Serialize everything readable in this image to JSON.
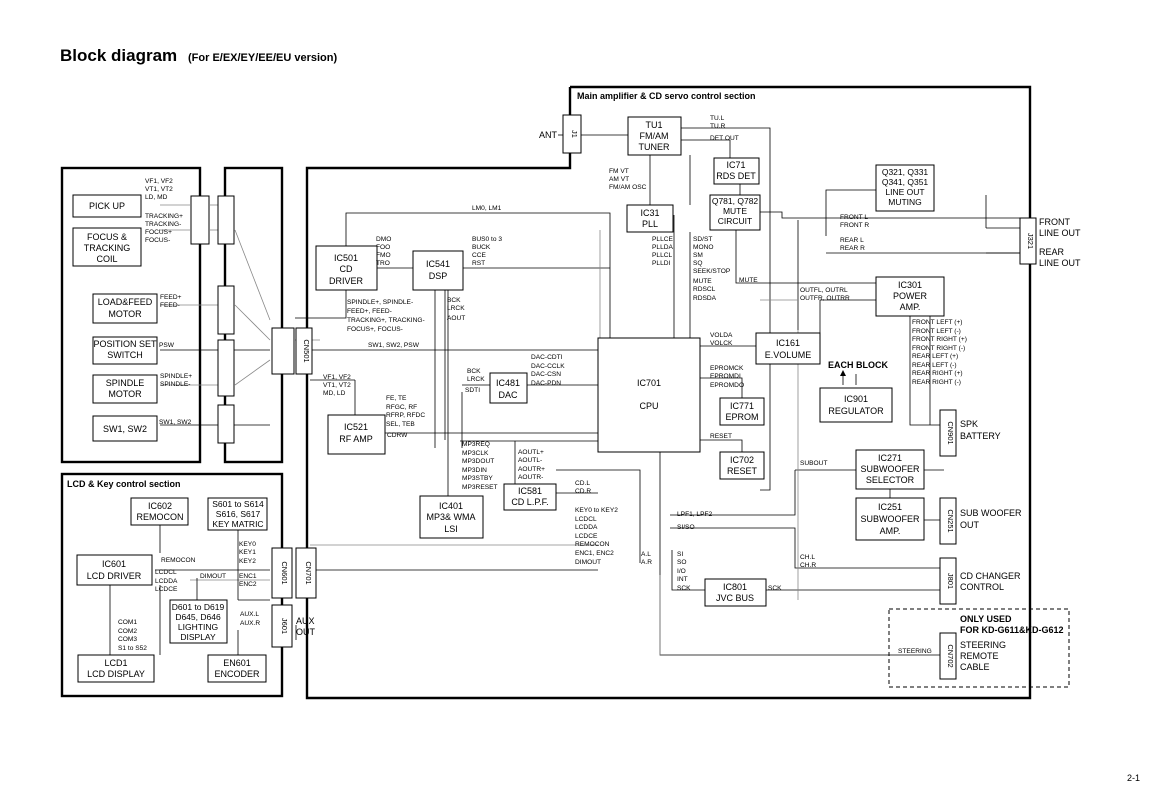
{
  "title": {
    "main": "Block diagram",
    "sub": "(For E/EX/EY/EE/EU version)"
  },
  "sections": {
    "main": "Main amplifier & CD servo control section",
    "lcd": "LCD & Key control section",
    "each_block": "EACH BLOCK",
    "only_used": [
      "ONLY USED",
      "FOR KD-G611&KD-G612"
    ]
  },
  "blocks": {
    "tu1": [
      "TU1",
      "FM/AM",
      "TUNER"
    ],
    "ic71": [
      "IC71",
      "RDS DET"
    ],
    "q781": [
      "Q781, Q782",
      "MUTE",
      "CIRCUIT"
    ],
    "q321": [
      "Q321, Q331",
      "Q341, Q351",
      "LINE OUT",
      "MUTING"
    ],
    "ic31": [
      "IC31",
      "PLL"
    ],
    "ic501": [
      "IC501",
      "CD",
      "DRIVER"
    ],
    "ic541": [
      "IC541",
      "DSP"
    ],
    "ic301": [
      "IC301",
      "POWER",
      "AMP."
    ],
    "ic161": [
      "IC161",
      "E.VOLUME"
    ],
    "ic701": [
      "IC701",
      "CPU"
    ],
    "ic481": [
      "IC481",
      "DAC"
    ],
    "ic771": [
      "IC771",
      "EPROM"
    ],
    "ic901": [
      "IC901",
      "REGULATOR"
    ],
    "ic521": [
      "IC521",
      "RF AMP"
    ],
    "ic702": [
      "IC702",
      "RESET"
    ],
    "ic271": [
      "IC271",
      "SUBWOOFER",
      "SELECTOR"
    ],
    "ic581": [
      "IC581",
      "CD L.P.F."
    ],
    "ic401": [
      "IC401",
      "MP3& WMA",
      "LSI"
    ],
    "ic251": [
      "IC251",
      "SUBWOOFER",
      "AMP."
    ],
    "ic801": [
      "IC801",
      "JVC BUS"
    ],
    "pickup": [
      "PICK UP"
    ],
    "focus": [
      "FOCUS &",
      "TRACKING",
      "COIL"
    ],
    "loadfeed": [
      "LOAD&FEED",
      "MOTOR"
    ],
    "posset": [
      "POSITION SET",
      "SWITCH"
    ],
    "spindle": [
      "SPINDLE",
      "MOTOR"
    ],
    "sw12": [
      "SW1, SW2"
    ],
    "ic602": [
      "IC602",
      "REMOCON"
    ],
    "s601": [
      "S601 to S614",
      "S616, S617",
      "KEY MATRIC"
    ],
    "ic601": [
      "IC601",
      "LCD DRIVER"
    ],
    "d601": [
      "D601 to D619",
      "D645, D646",
      "LIGHTING",
      "DISPLAY"
    ],
    "lcd1": [
      "LCD1",
      "LCD DISPLAY"
    ],
    "en601": [
      "EN601",
      "ENCODER"
    ]
  },
  "connectors": {
    "j1": "J1",
    "j321": "J321",
    "cn501": "CN501",
    "cn901": "CN901",
    "cn251": "CN251",
    "j801": "J801",
    "cn702": "CN702",
    "cn601": "CN601",
    "cn701": "CN701",
    "j601": "J601"
  },
  "ports": {
    "ant": "ANT",
    "front_line_out": [
      "FRONT",
      "LINE OUT"
    ],
    "rear_line_out": [
      "REAR",
      "LINE OUT"
    ],
    "spk_battery": [
      "SPK",
      "BATTERY"
    ],
    "sub_woofer_out": [
      "SUB WOOFER",
      "OUT"
    ],
    "cd_changer": [
      "CD CHANGER",
      "CONTROL"
    ],
    "steering_cable": [
      "STEERING",
      "REMOTE",
      "CABLE"
    ],
    "aux_out": [
      "AUX",
      "OUT"
    ]
  },
  "signals": {
    "tu_lr": [
      "TU.L",
      "TU.R"
    ],
    "det_out": "DET OUT",
    "fm_vt": [
      "FM VT",
      "AM VT",
      "FM/AM OSC"
    ],
    "lm0": "LM0, LM1",
    "front_lr": [
      "FRONT L",
      "FRONT R"
    ],
    "rear_lr": [
      "REAR L",
      "REAR R"
    ],
    "pickup_sig": [
      "VF1, VF2",
      "VT1, VT2",
      "LD, MD"
    ],
    "track_sig": [
      "TRACKING+",
      "TRACKING-",
      "FOCUS+",
      "FOCUS-"
    ],
    "dmo": [
      "DMO",
      "FOO",
      "FMO",
      "TRO"
    ],
    "bus0": [
      "BUS0 to 3",
      "BUCK",
      "CCE",
      "RST"
    ],
    "pll_sig": [
      "PLLCE",
      "PLLDA",
      "PLLCL",
      "PLLDI"
    ],
    "sd_sig": [
      "SD/ST",
      "MONO",
      "SM",
      "SQ",
      "SEEK/STOP",
      "MUTE",
      "RDSCL",
      "RDSDA"
    ],
    "mute": "MUTE",
    "outfl": [
      "OUTFL, OUTRL",
      "OUTFR, OUTRR"
    ],
    "feed": [
      "FEED+",
      "FEED-"
    ],
    "spindle_feed": [
      "SPINDLE+, SPINDLE-",
      "FEED+, FEED-",
      "TRACKING+, TRACKING-",
      "FOCUS+, FOCUS-"
    ],
    "bck_ic541": [
      "BCK",
      "LRCK",
      "AOUT"
    ],
    "psw": "PSW",
    "sw_psw": "SW1, SW2, PSW",
    "volda": [
      "VOLDA",
      "VOLCK"
    ],
    "spk_sig": [
      "FRONT LEFT (+)",
      "FRONT LEFT (-)",
      "FRONT RIGHT (+)",
      "FRONT RIGHT (-)",
      "REAR LEFT (+)",
      "REAR LEFT (-)",
      "REAR RIGHT (+)",
      "REAR RIGHT (-)"
    ],
    "spindle_pm": [
      "SPINDLE+",
      "SPINDLE-"
    ],
    "vf_rf": [
      "VF1, VF2",
      "VT1, VT2",
      "MD, LD"
    ],
    "dac_sig": [
      "DAC-CDTI",
      "DAC-CCLK",
      "DAC-CSN",
      "DAC-PDN"
    ],
    "bck_lrck": [
      "BCK",
      "LRCK"
    ],
    "sdti": "SDTI",
    "eprom_sig": [
      "EPROMCK",
      "EPROMDI",
      "EPROMDO"
    ],
    "fe_sig": [
      "FE, TE",
      "RFGC, RF",
      "RFRP, RFDC",
      "SEL, TEB"
    ],
    "sw12_sig": "SW1, SW2",
    "cdrw": "CDRW",
    "reset": "RESET",
    "mp3_sig": [
      "MP3REQ",
      "MP3CLK",
      "MP3DOUT",
      "MP3DIN",
      "MP3STBY",
      "MP3RESET"
    ],
    "aout_sig": [
      "AOUTL+",
      "AOUTL-",
      "AOUTR+",
      "AOUTR-"
    ],
    "subout": "SUBOUT",
    "cd_lr": [
      "CD.L",
      "CD.R"
    ],
    "key_sig": [
      "KEY0 to KEY2",
      "LCDCL",
      "LCDDA",
      "LCDCE",
      "REMOCON",
      "ENC1, ENC2",
      "DIMOUT"
    ],
    "lpf": "LPF1, LPF2",
    "si_so": "SI/SO",
    "al_ar": [
      "A.L",
      "A.R"
    ],
    "ch_lr": [
      "CH.L",
      "CH.R"
    ],
    "si_bus": [
      "SI",
      "SO",
      "I/O",
      "INT",
      "SCK"
    ],
    "sck": "SCK",
    "steering": "STEERING",
    "remocon": "REMOCON",
    "key012": [
      "KEY0",
      "KEY1",
      "KEY2"
    ],
    "lcd_sig": [
      "LCDCL",
      "LCDDA",
      "LCDCE"
    ],
    "dimout": "DIMOUT",
    "enc": [
      "ENC1",
      "ENC2"
    ],
    "aux_lr": [
      "AUX.L",
      "AUX.R"
    ],
    "com": [
      "COM1",
      "COM2",
      "COM3",
      "S1 to S52"
    ]
  },
  "page_number": "2-1"
}
